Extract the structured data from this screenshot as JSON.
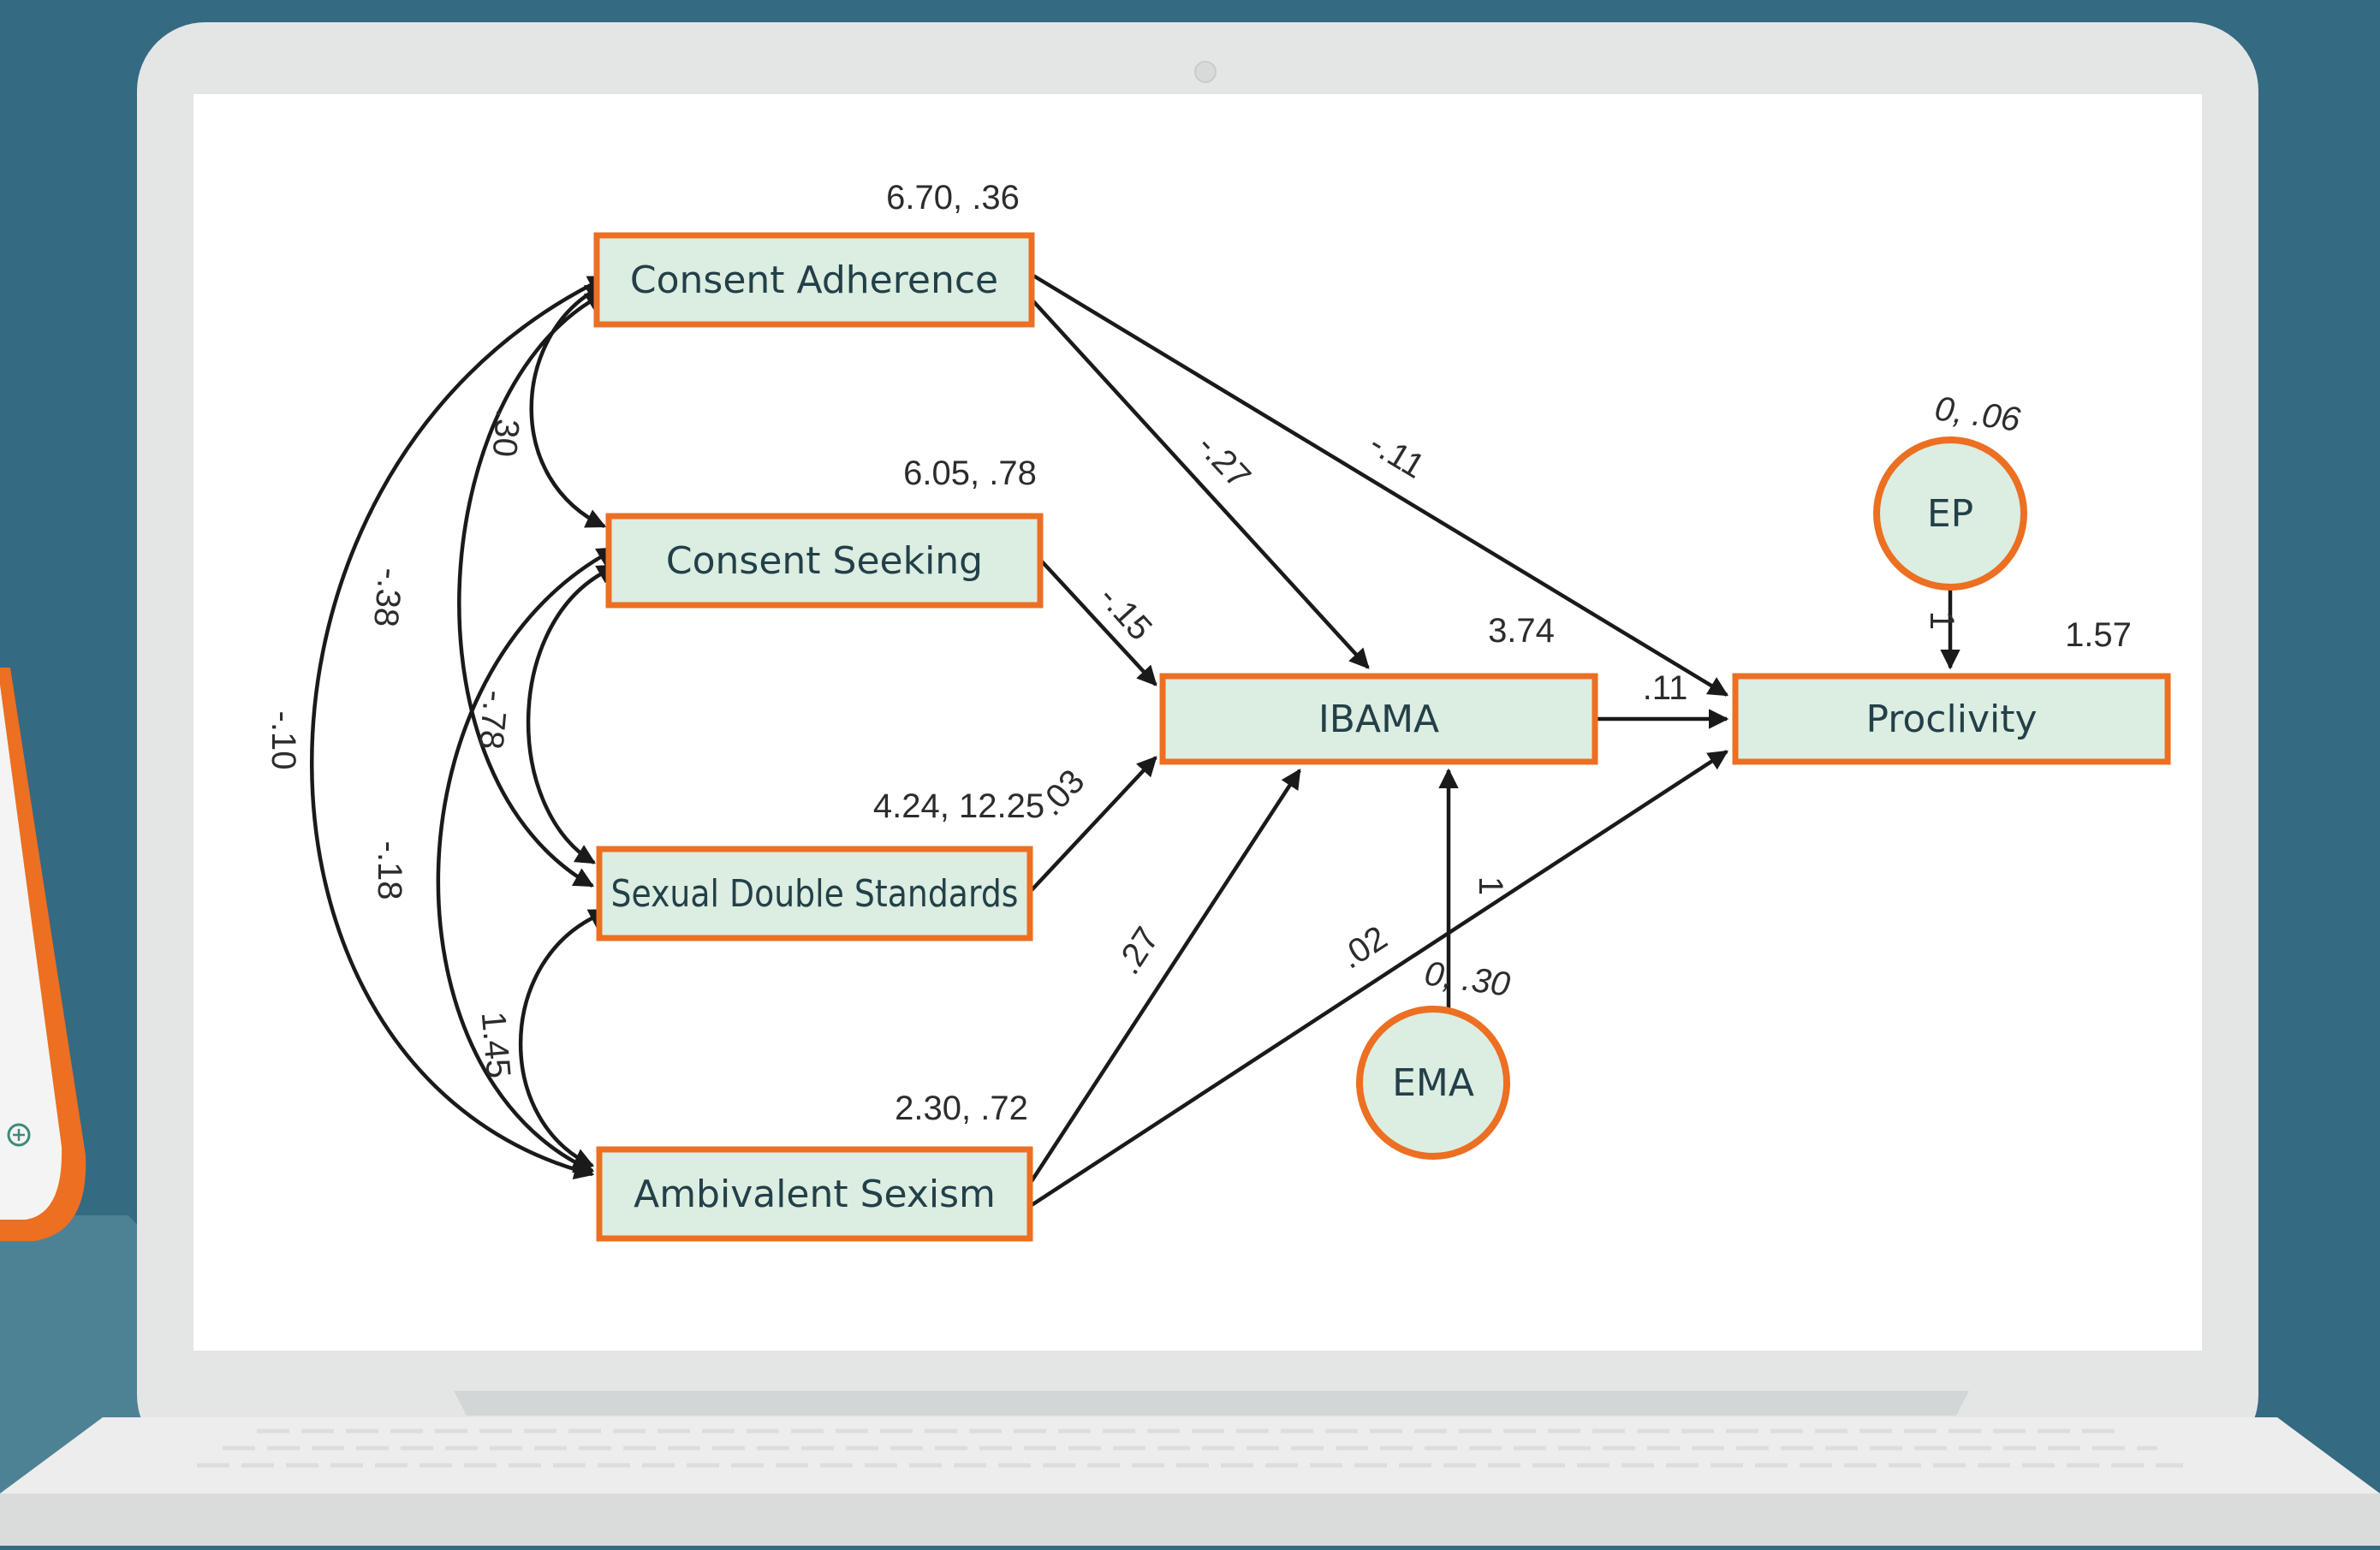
{
  "diagram": {
    "nodes": [
      {
        "id": "ca",
        "shape": "rect",
        "label": "Consent Adherence",
        "stats": "6.70, .36"
      },
      {
        "id": "cs",
        "shape": "rect",
        "label": "Consent Seeking",
        "stats": "6.05, .78"
      },
      {
        "id": "sds",
        "shape": "rect",
        "label": "Sexual Double Standards",
        "stats": "4.24, 12.25"
      },
      {
        "id": "as",
        "shape": "rect",
        "label": "Ambivalent Sexism",
        "stats": "2.30, .72"
      },
      {
        "id": "ibama",
        "shape": "rect",
        "label": "IBAMA",
        "stats": "3.74"
      },
      {
        "id": "proc",
        "shape": "rect",
        "label": "Proclivity",
        "stats": "1.57"
      },
      {
        "id": "ep",
        "shape": "circle",
        "label": "EP",
        "stats": "0, .06"
      },
      {
        "id": "ema",
        "shape": "circle",
        "label": "EMA",
        "stats": "0, .30"
      }
    ],
    "paths": [
      {
        "from": "ca",
        "to": "ibama",
        "coef": "-.27"
      },
      {
        "from": "ca",
        "to": "proc",
        "coef": "-.11"
      },
      {
        "from": "cs",
        "to": "ibama",
        "coef": "-.15"
      },
      {
        "from": "sds",
        "to": "ibama",
        "coef": ".03"
      },
      {
        "from": "as",
        "to": "ibama",
        "coef": ".27"
      },
      {
        "from": "as",
        "to": "proc",
        "coef": ".02"
      },
      {
        "from": "ibama",
        "to": "proc",
        "coef": ".11"
      },
      {
        "from": "ep",
        "to": "proc",
        "coef": "1"
      },
      {
        "from": "ema",
        "to": "ibama",
        "coef": "1"
      }
    ],
    "covariances": [
      {
        "a": "ca",
        "b": "cs",
        "coef": ".30"
      },
      {
        "a": "ca",
        "b": "sds",
        "coef": "-.38"
      },
      {
        "a": "ca",
        "b": "as",
        "coef": "-.10"
      },
      {
        "a": "cs",
        "b": "sds",
        "coef": "-.78"
      },
      {
        "a": "cs",
        "b": "as",
        "coef": "-.18"
      },
      {
        "a": "sds",
        "b": "as",
        "coef": "1.45"
      }
    ]
  },
  "colors": {
    "background": "#346a82",
    "laptop_frame": "#e4e6e6",
    "screen": "#ffffff",
    "node_fill": "#dcede1",
    "node_border": "#ec6f22",
    "node_text": "#234049",
    "arrow": "#1a1a1a"
  }
}
